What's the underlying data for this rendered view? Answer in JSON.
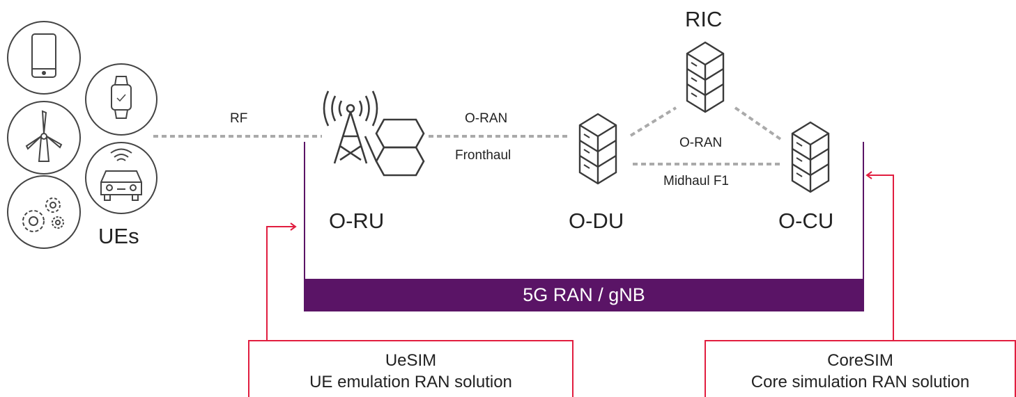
{
  "labels": {
    "rf": "RF",
    "oran_fronthaul_1": "O-RAN",
    "oran_fronthaul_2": "Fronthaul",
    "oran_midhaul_1": "O-RAN",
    "oran_midhaul_2": "Midhaul F1",
    "ric": "RIC",
    "ues": "UEs",
    "oru": "O-RU",
    "odu": "O-DU",
    "ocu": "O-CU"
  },
  "band": {
    "label": "5G RAN / gNB"
  },
  "uesim": {
    "title": "UeSIM",
    "subtitle": "UE emulation RAN solution"
  },
  "coresim": {
    "title": "CoreSIM",
    "subtitle": "Core simulation RAN solution"
  },
  "icons": [
    "smartphone-icon",
    "smartwatch-icon",
    "wind-turbine-icon",
    "connected-car-icon",
    "gears-icon",
    "radio-tower-icon",
    "server-icon"
  ],
  "colors": {
    "accent": "#5a1466",
    "callout": "#e11d3f",
    "link": "#aaaaaa"
  }
}
